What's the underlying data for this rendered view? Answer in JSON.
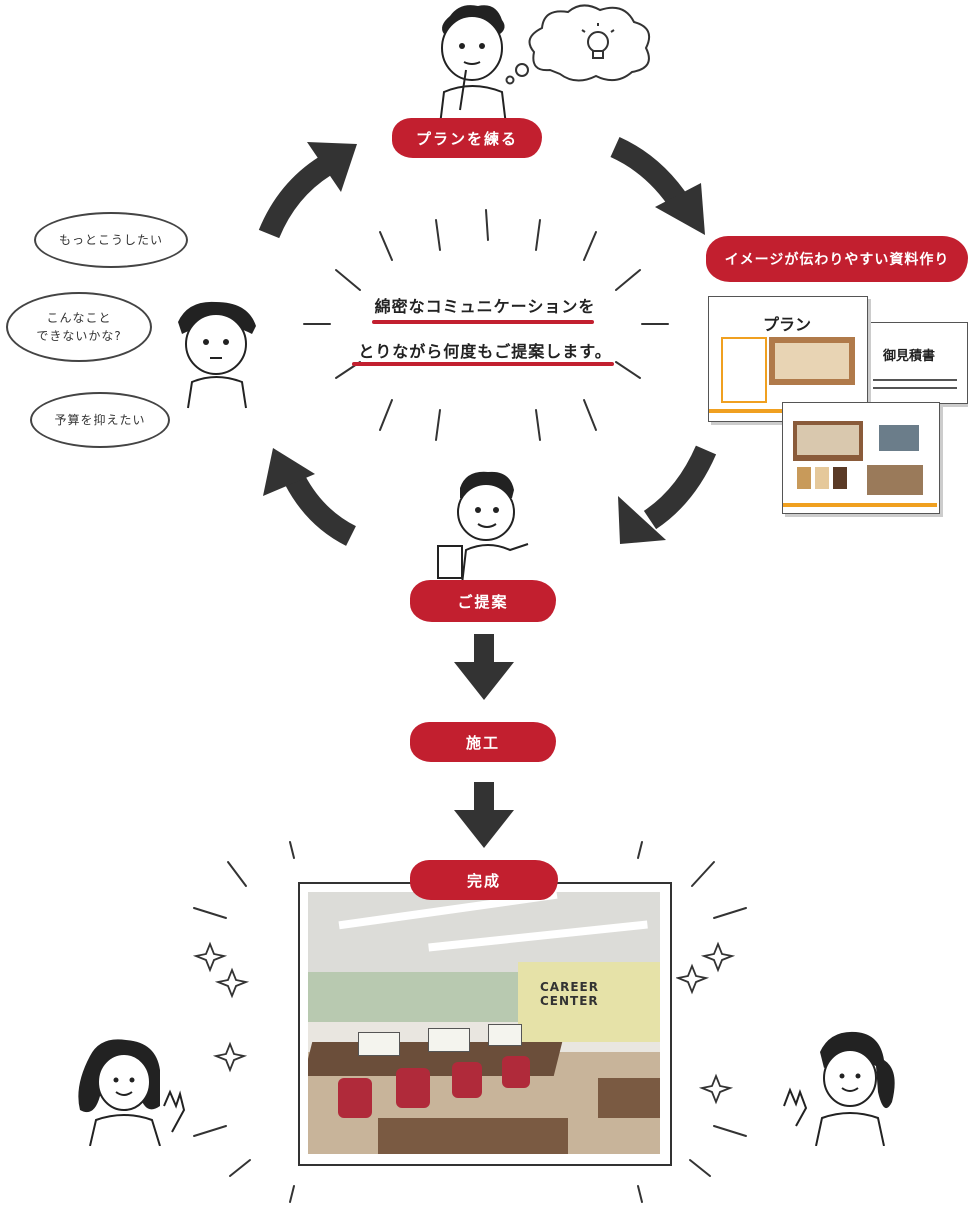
{
  "steps": {
    "plan": "プランを練る",
    "materials": "イメージが伝わりやすい資料作り",
    "proposal": "ご提案",
    "construction": "施工",
    "complete": "完成"
  },
  "center": {
    "line1": "綿密なコミュニケーションを",
    "line2": "とりながら何度もご提案します。"
  },
  "bubbles": {
    "b1": "もっとこうしたい",
    "b2_line1": "こんなこと",
    "b2_line2": "できないかな?",
    "b3": "予算を抑えたい"
  },
  "documents": {
    "plan_title": "プラン",
    "estimate_title": "御見積書"
  },
  "photo": {
    "sign_text": "CAREER CENTER"
  },
  "colors": {
    "accent_red": "#c21f2f",
    "arrow_dark": "#333333",
    "doc_orange": "#f0a020"
  }
}
